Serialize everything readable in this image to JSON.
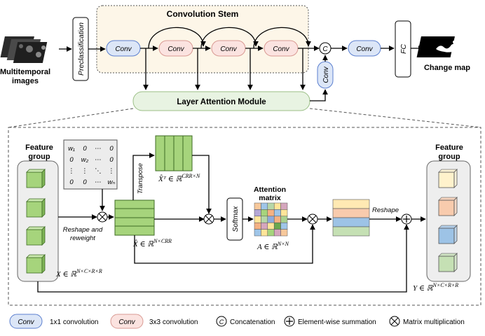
{
  "top": {
    "input_label_line1": "Multitemporal",
    "input_label_line2": "images",
    "preclassification": "Preclassification",
    "stem_title": "Convolution Stem",
    "conv": "Conv",
    "concat_symbol": "C",
    "fc": "FC",
    "output_label": "Change map",
    "lam_label": "Layer Attention Module"
  },
  "detail": {
    "feature_group_in_line1": "Feature",
    "feature_group_in_line2": "group",
    "feature_group_out_line1": "Feature",
    "feature_group_out_line2": "group",
    "weight_matrix_rows": [
      [
        "w₁",
        "0",
        "⋯",
        "0"
      ],
      [
        "0",
        "w₂",
        "⋯",
        "0"
      ],
      [
        "⋮",
        "⋮",
        "⋱",
        "⋮"
      ],
      [
        "0",
        "0",
        "⋯",
        "wₙ"
      ]
    ],
    "reshape_reweight_line1": "Reshape and",
    "reshape_reweight_line2": "reweight",
    "transpose": "Transpose",
    "xhat_t": "X̂ᵀ ∈ ℝ^{CRR×N}",
    "xhat_t_main": "X̂ᵀ ∈ ℝ",
    "xhat_t_sup": "CRR×N",
    "xhat_main": "X̂ ∈ ℝ",
    "xhat_sup": "N×CRR",
    "softmax": "Softmax",
    "attention_line1": "Attention",
    "attention_line2": "matrix",
    "a_main": "A ∈ ℝ",
    "a_sup": "N×N",
    "reshape": "Reshape",
    "x_main": "X ∈ ℝ",
    "x_sup": "N×C×R×R",
    "y_main": "Y ∈ ℝ",
    "y_sup": "N×C×R×R"
  },
  "legend": {
    "conv": "Conv",
    "conv1x1": "1x1 convolution",
    "conv3x3": "3x3 convolution",
    "concat_symbol": "C",
    "concatenation": "Concatenation",
    "element_sum": "Element-wise summation",
    "matrix_mult": "Matrix multiplication"
  },
  "colors": {
    "conv1x1_fill": "#dce6f7",
    "conv1x1_stroke": "#5b7fcf",
    "conv3x3_fill": "#fbe3e0",
    "conv3x3_stroke": "#d99a93",
    "stem_bg": "#fdf6e8",
    "lam_fill": "#e8f3e2",
    "lam_stroke": "#9bbf86",
    "green_fill": "#a6d47c",
    "green_stroke": "#5b8f3a",
    "attention_cells": [
      "#f7c89b",
      "#9fc5e8",
      "#b6d7a8",
      "#ffe599",
      "#d5a6bd",
      "#b4a7d6",
      "#a6d47c",
      "#f4b183",
      "#9fc5e8",
      "#ffe599",
      "#ffe599",
      "#b6d7a8",
      "#8eaadb",
      "#f4b183",
      "#a9d18e",
      "#f4b183",
      "#d5a6bd",
      "#ffe599",
      "#6aa84f",
      "#9fc5e8",
      "#9fc5e8",
      "#ffe599",
      "#a6d47c",
      "#d5a6bd",
      "#f7c89b"
    ],
    "out_bars": [
      "#ffe9b3",
      "#f8cbad",
      "#9dc3e6",
      "#c5e0b4"
    ],
    "out_cubes": [
      "#fff2cc",
      "#f8cbad",
      "#9dc3e6",
      "#c5e0b4"
    ]
  }
}
